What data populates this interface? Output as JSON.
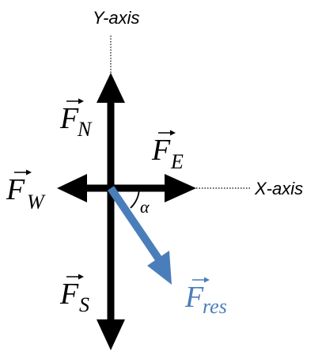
{
  "axes": {
    "y_label": "Y-axis",
    "x_label": "X-axis"
  },
  "forces": {
    "north": {
      "letter": "F",
      "subscript": "N",
      "color": "#000000"
    },
    "east": {
      "letter": "F",
      "subscript": "E",
      "color": "#000000"
    },
    "west": {
      "letter": "F",
      "subscript": "W",
      "color": "#000000"
    },
    "south": {
      "letter": "F",
      "subscript": "S",
      "color": "#000000"
    },
    "resultant": {
      "letter": "F",
      "subscript": "res",
      "color": "#4a7ebb"
    }
  },
  "angle": {
    "label": "α"
  }
}
